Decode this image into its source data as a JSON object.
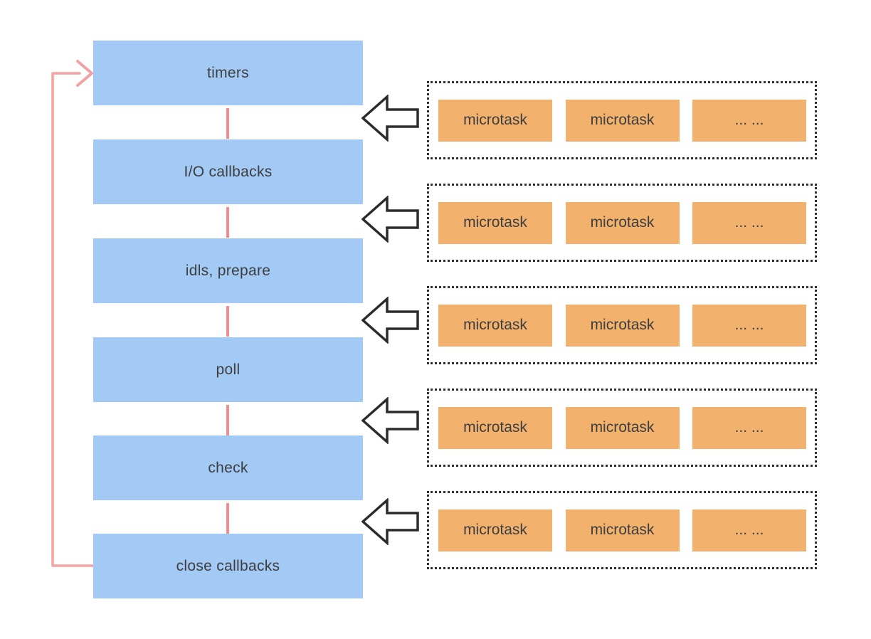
{
  "colors": {
    "phase_fill": "#a3c9f5",
    "task_fill": "#f2b26e",
    "loop_arrow": "#f2a2a2",
    "connector": "#f08f8f",
    "block_arrow_outline": "#2b2b2b",
    "dotted_border": "#2f2f2f",
    "text": "#3e3e3e",
    "background": "#ffffff"
  },
  "phases": [
    {
      "label": "timers"
    },
    {
      "label": "I/O callbacks"
    },
    {
      "label": "idls, prepare"
    },
    {
      "label": "poll"
    },
    {
      "label": "check"
    },
    {
      "label": "close callbacks"
    }
  ],
  "microtask_rows": [
    {
      "items": [
        "microtask",
        "microtask",
        "... ..."
      ]
    },
    {
      "items": [
        "microtask",
        "microtask",
        "... ..."
      ]
    },
    {
      "items": [
        "microtask",
        "microtask",
        "... ..."
      ]
    },
    {
      "items": [
        "microtask",
        "microtask",
        "... ..."
      ]
    },
    {
      "items": [
        "microtask",
        "microtask",
        "... ..."
      ]
    }
  ]
}
